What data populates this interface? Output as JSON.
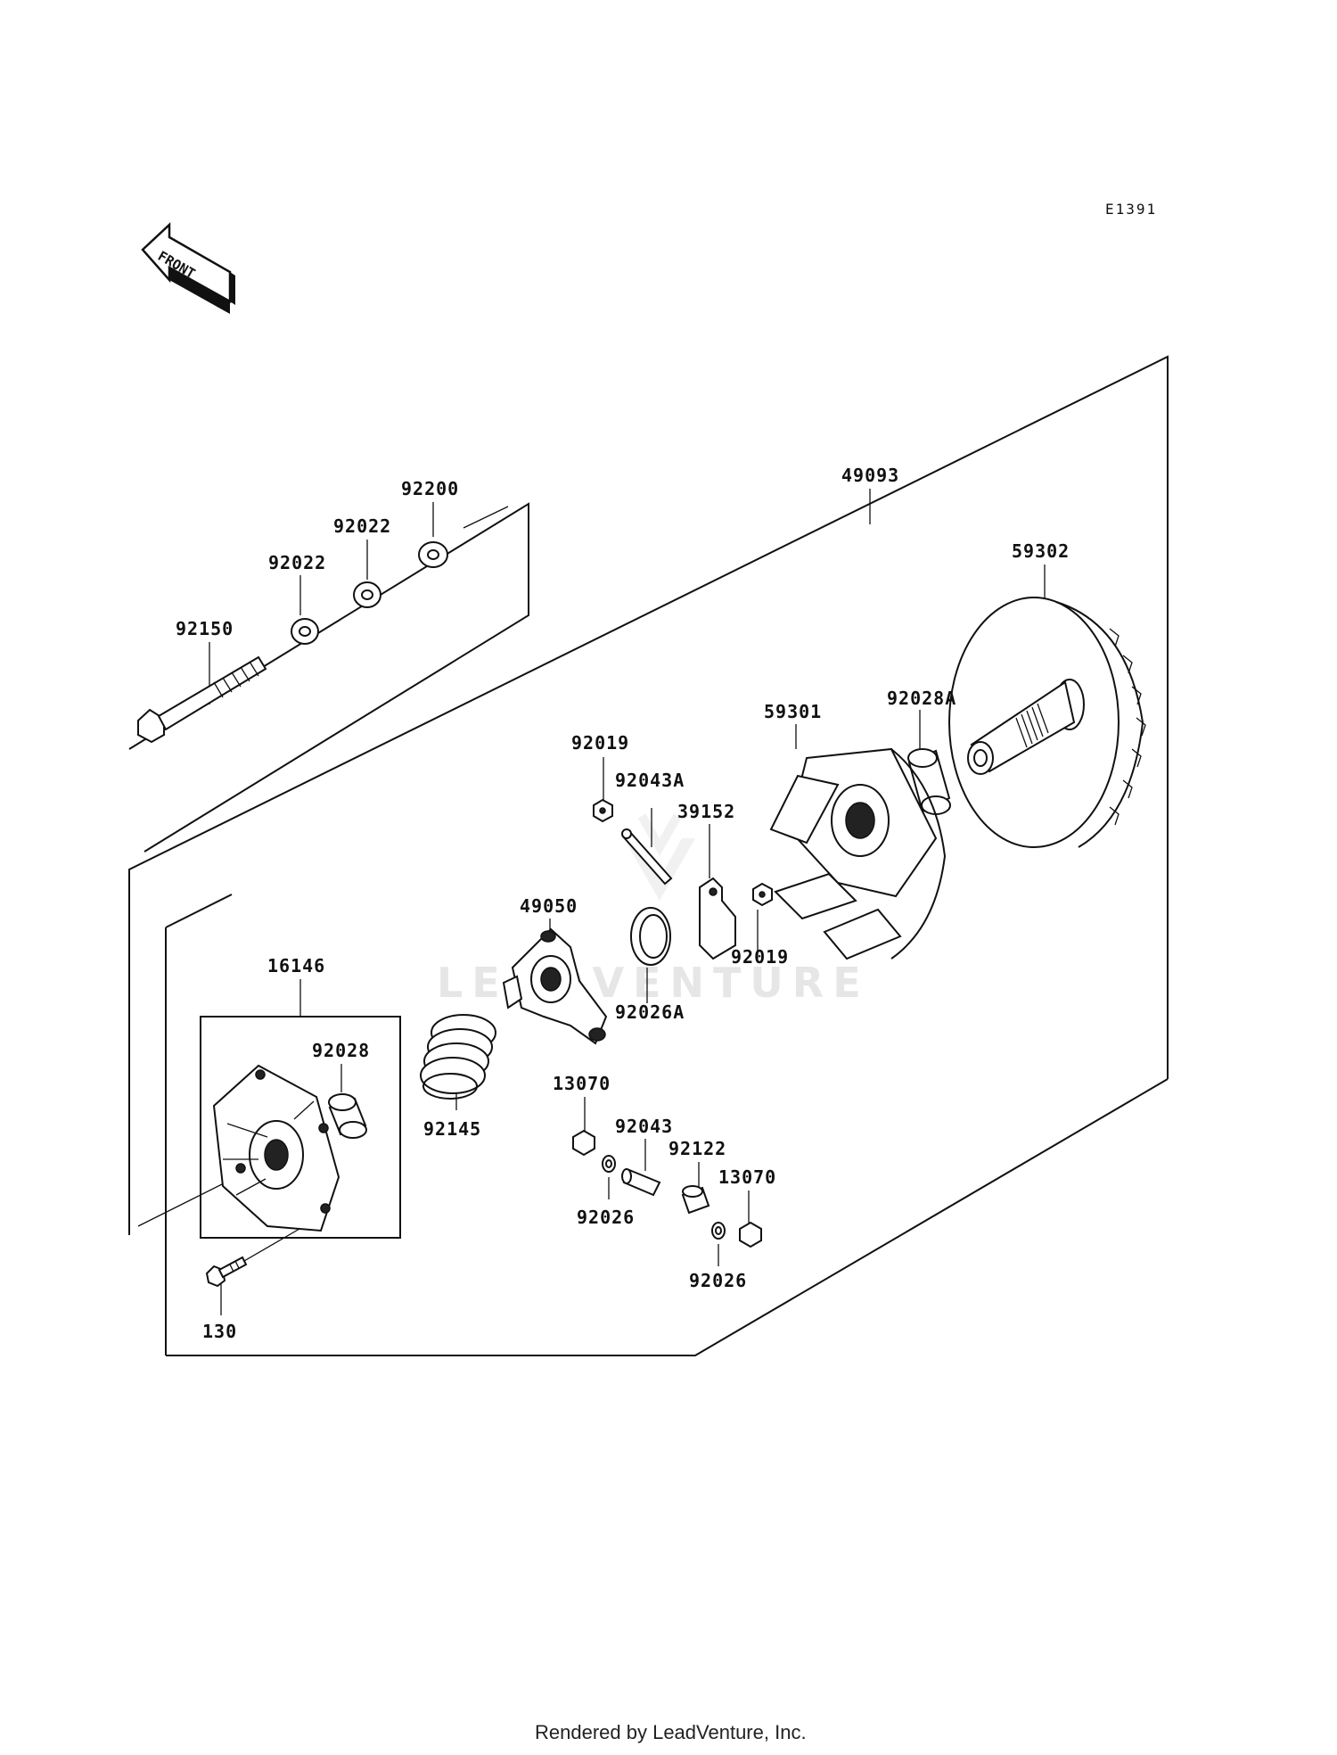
{
  "diagram_code": "E1391",
  "front_label": "FRONT",
  "watermark": "LEADVENTURE",
  "footer": "Rendered by LeadVenture, Inc.",
  "parts": {
    "p49093": "49093",
    "p92200": "92200",
    "p92022a": "92022",
    "p92022b": "92022",
    "p92150": "92150",
    "p59302": "59302",
    "p92028A": "92028A",
    "p59301": "59301",
    "p92019a": "92019",
    "p92043A": "92043A",
    "p39152": "39152",
    "p49050": "49050",
    "p92019b": "92019",
    "p92026A": "92026A",
    "p16146": "16146",
    "p92028": "92028",
    "p92145": "92145",
    "p13070a": "13070",
    "p92043": "92043",
    "p92122": "92122",
    "p13070b": "13070",
    "p92026a": "92026",
    "p92026b": "92026",
    "p130": "130"
  }
}
